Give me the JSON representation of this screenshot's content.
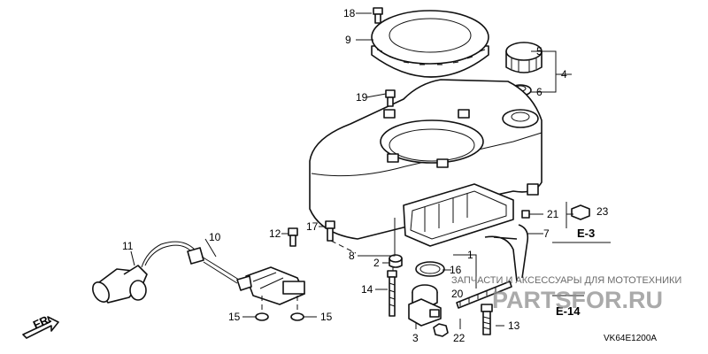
{
  "callouts": [
    "18",
    "9",
    "5",
    "4",
    "6",
    "19",
    "21",
    "23",
    "7",
    "17",
    "12",
    "10",
    "11",
    "8",
    "2",
    "16",
    "1",
    "14",
    "20",
    "15",
    "15",
    "3",
    "22",
    "13"
  ],
  "refs": {
    "e3": "E-3",
    "e14": "E-14"
  },
  "direction_label": "FR.",
  "diagram_code": "VK64E1200A",
  "watermark": {
    "caption": "ЗАПЧАСТИ И АКСЕССУАРЫ ДЛЯ МОТОТЕХНИКИ",
    "site": "PARTSFOR.RU"
  }
}
